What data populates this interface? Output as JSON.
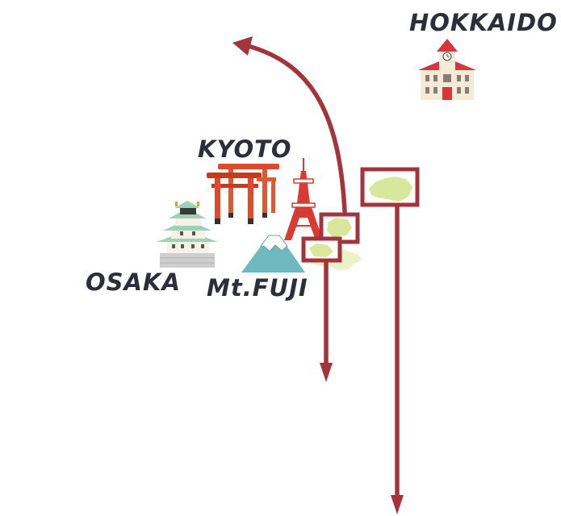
{
  "labels": {
    "hokkaido": "HOKKAIDO",
    "kyoto": "KYOTO",
    "osaka": "OSAKA",
    "fuji": "Mt.FUJI"
  },
  "icons": {
    "hokkaido": "clock-tower-building-icon",
    "kyoto": "torii-gate-icon",
    "tokyo": "tokyo-tower-icon",
    "osaka": "osaka-castle-icon",
    "fuji": "mount-fuji-icon"
  },
  "colors": {
    "route": "#a3343c",
    "land": "#d9e79a",
    "text": "#2c2e3b",
    "torii": "#dd4a2c",
    "castle": "#9fd0b8",
    "mountain": "#6fb9c0",
    "tower": "#d93a32"
  }
}
